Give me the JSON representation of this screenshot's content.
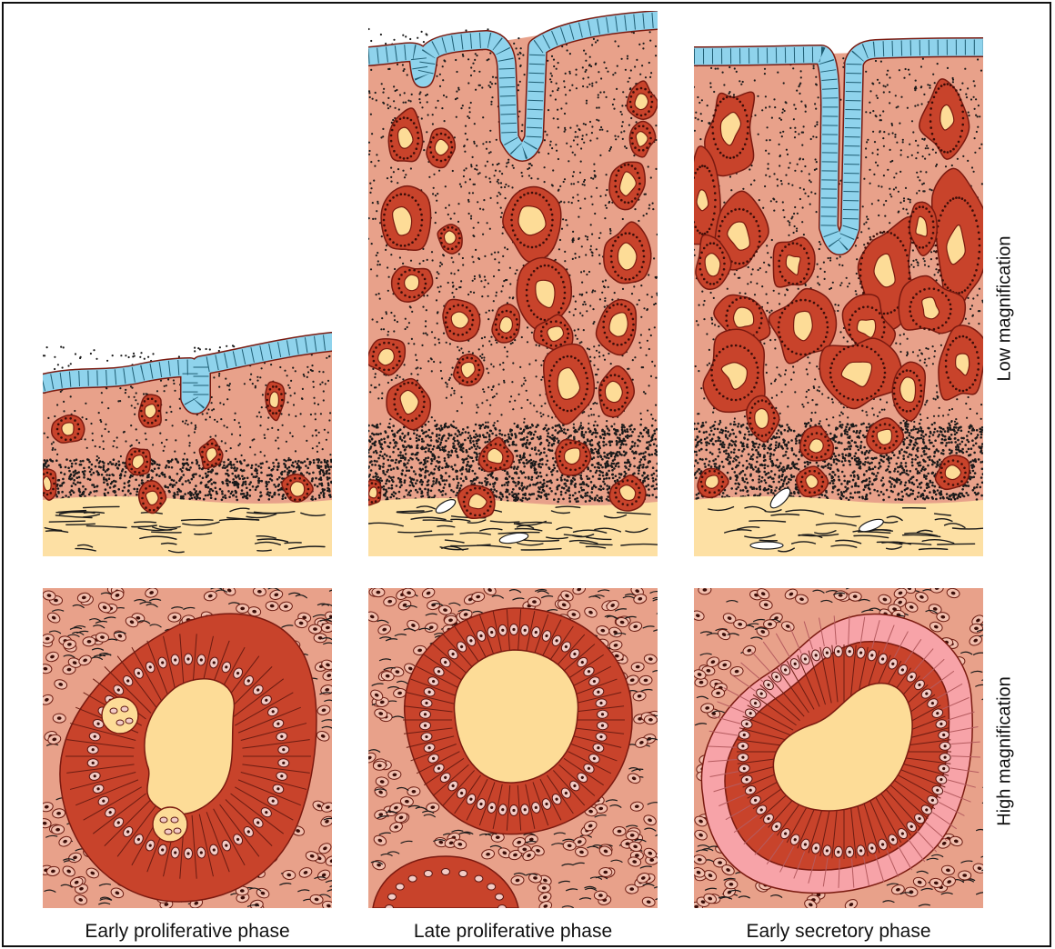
{
  "captions": {
    "col1": "Early proliferative phase",
    "col2": "Late proliferative phase",
    "col3": "Early secretory phase"
  },
  "row_labels": {
    "top": "Low magnification",
    "bottom": "High magnification"
  },
  "colors": {
    "stroma": "#e8a18a",
    "stroma_stipple": "#1a1a1a",
    "gland_wall": "#c8432b",
    "gland_outline": "#7a1a10",
    "lumen": "#fddc97",
    "surface_epithelium": "#8fd3ec",
    "myometrium": "#fde0a4",
    "secretory_vacuole_zone": "#f7a3a8"
  }
}
